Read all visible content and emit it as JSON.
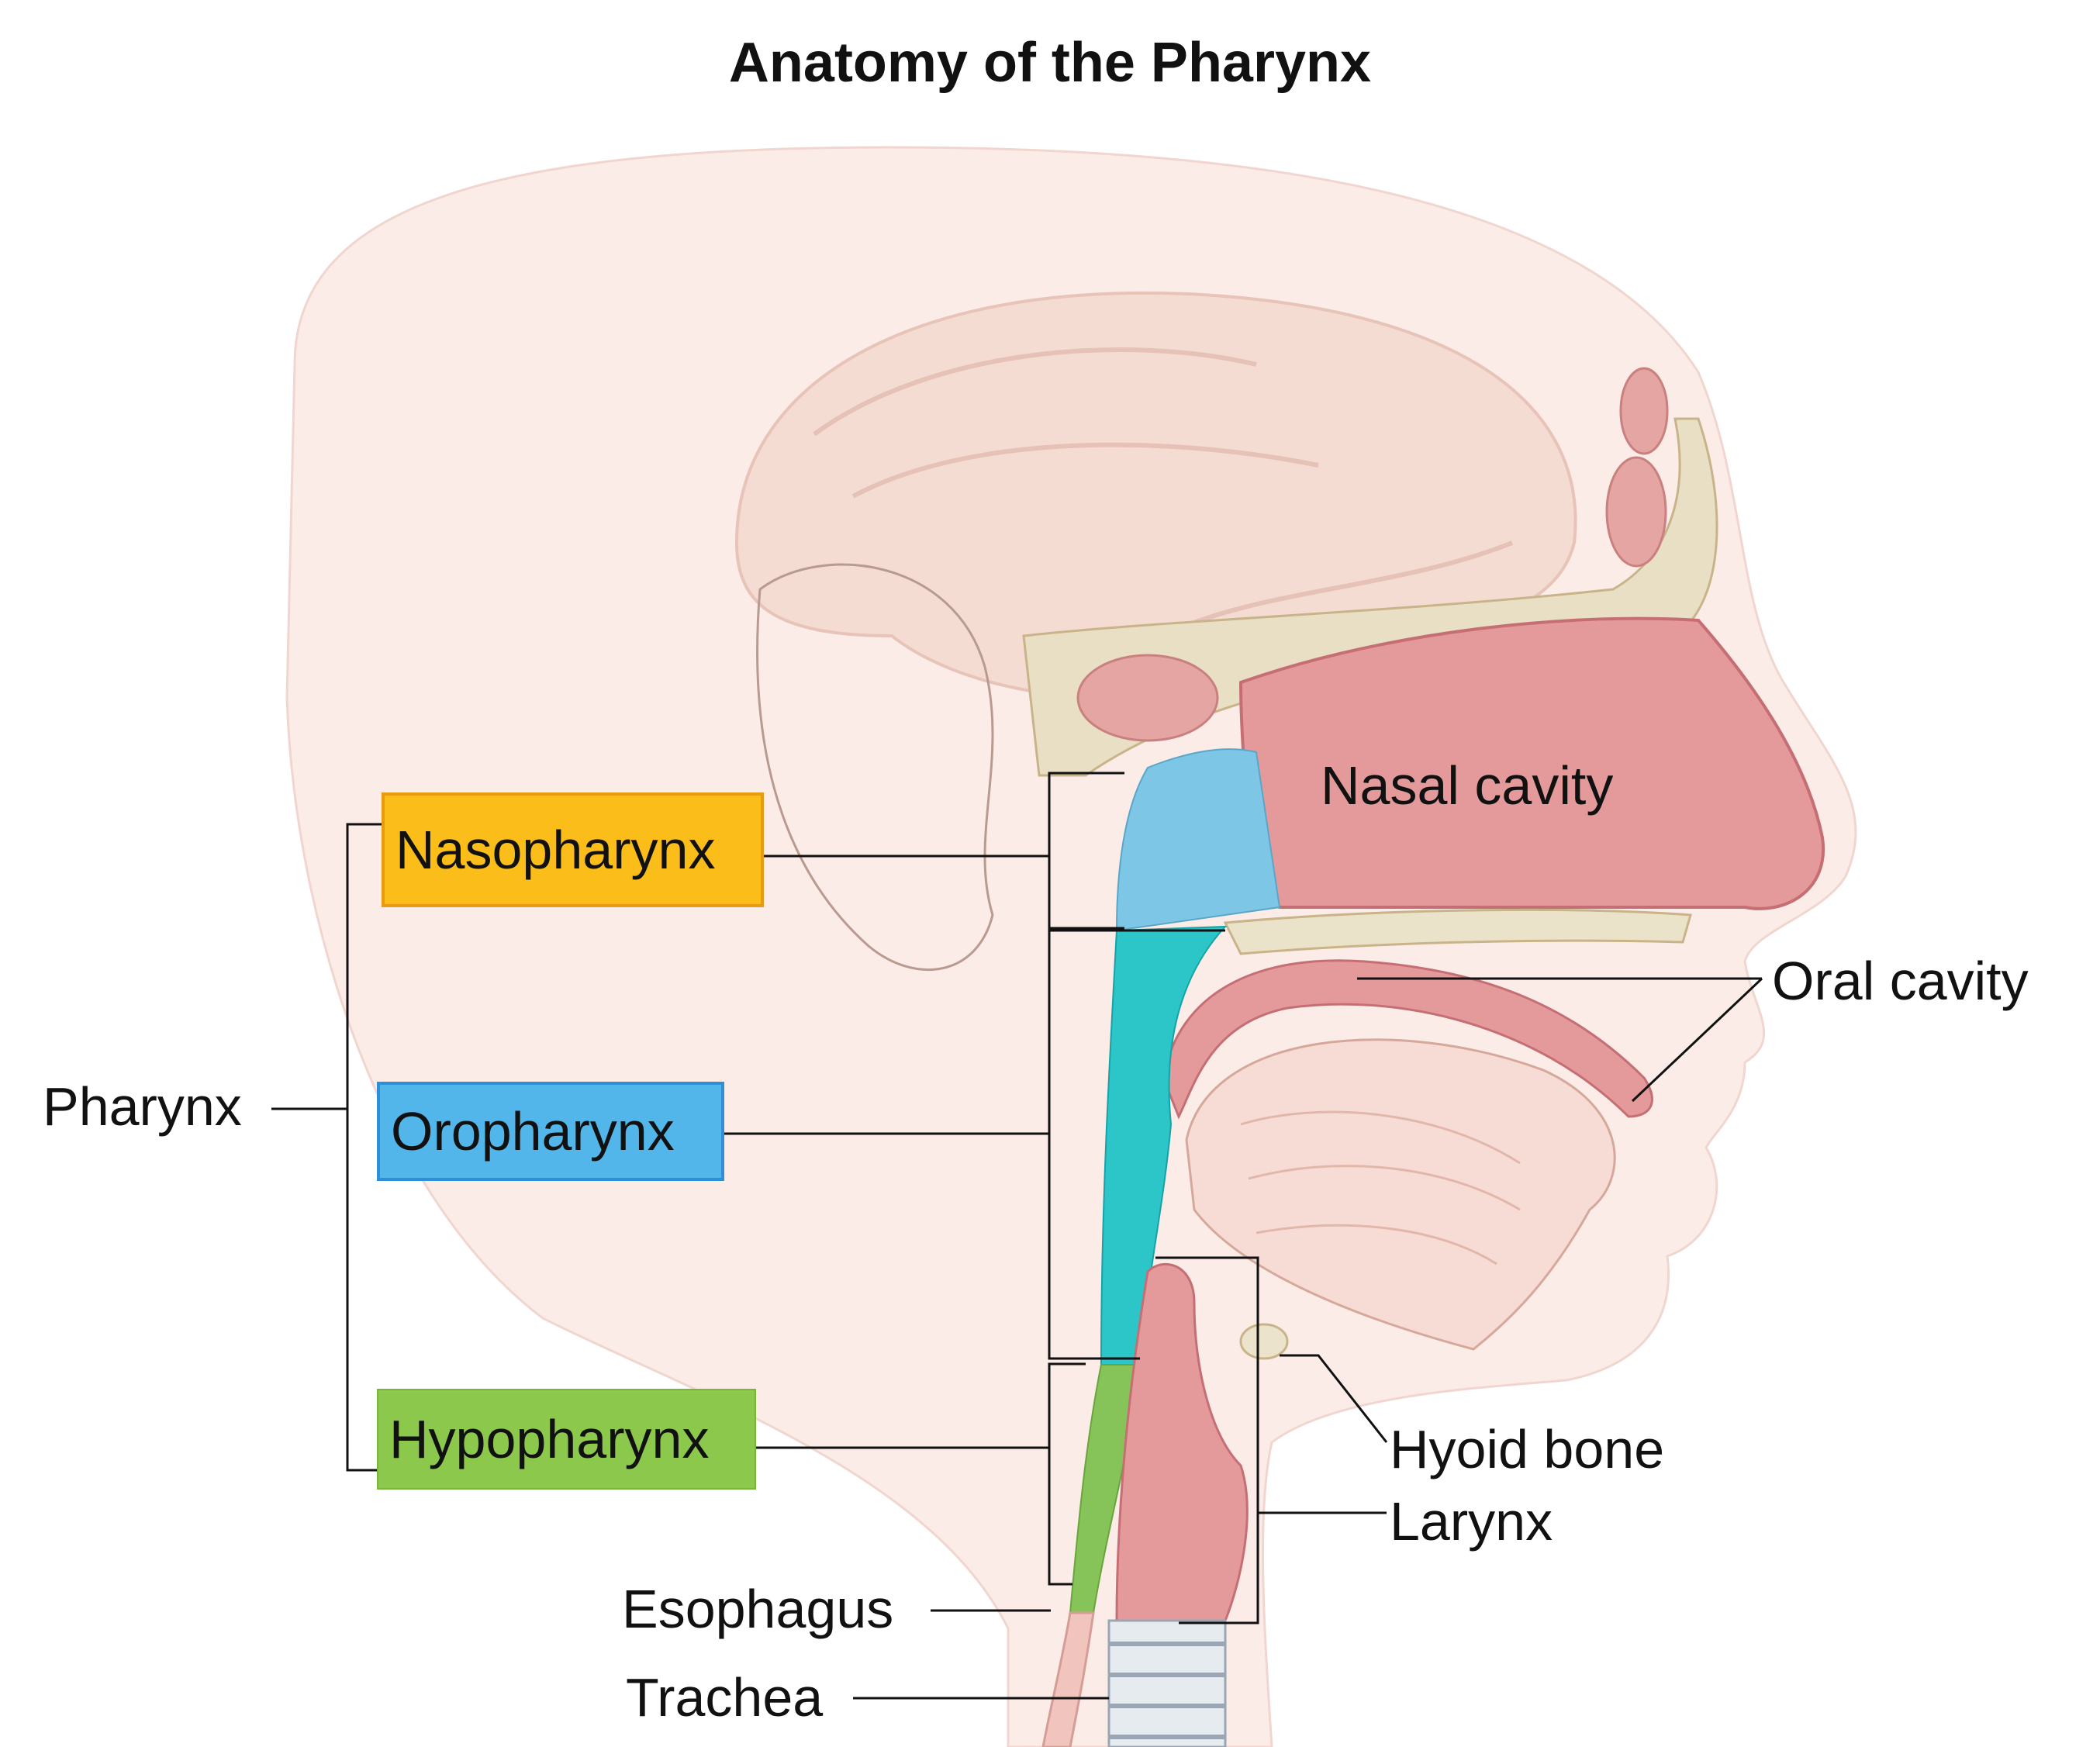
{
  "title": "Anatomy of the Pharynx",
  "labels": {
    "pharynx": "Pharynx",
    "nasopharynx": "Nasopharynx",
    "oropharynx": "Oropharynx",
    "hypopharynx": "Hypopharynx",
    "nasal_cavity": "Nasal cavity",
    "oral_cavity": "Oral cavity",
    "hyoid_bone": "Hyoid bone",
    "larynx": "Larynx",
    "esophagus": "Esophagus",
    "trachea": "Trachea"
  },
  "colors": {
    "nasopharynx_box": "#fbbd1a",
    "oropharynx_box": "#52b6ea",
    "hypopharynx_box": "#8cc84b",
    "nasal_cavity": "#e49a9a",
    "nasopharynx_region": "#7ec6e6",
    "oropharynx_region": "#2cc5c8",
    "hypopharynx_region": "#86c45a",
    "skin": "#f7ddd6",
    "bone": "#ece3cc",
    "brain": "#f4d9cf"
  }
}
